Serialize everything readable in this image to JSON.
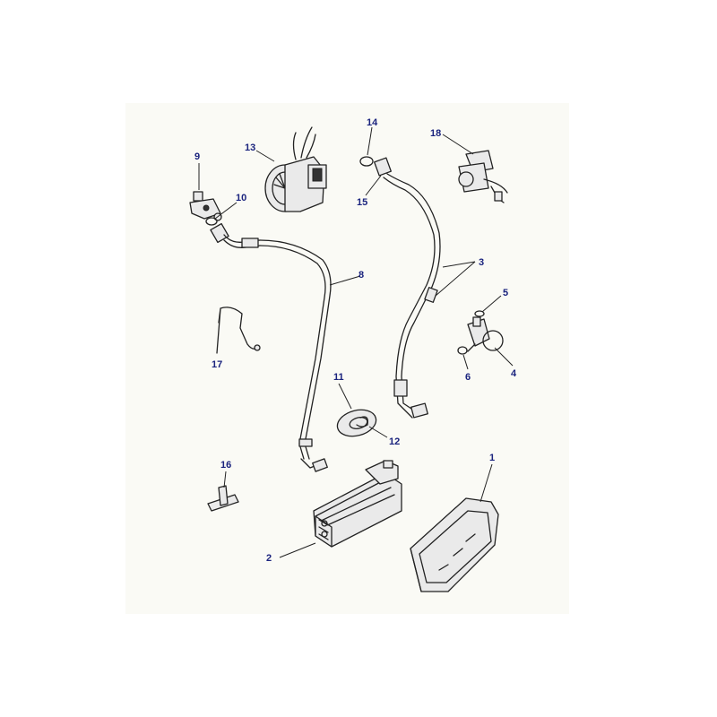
{
  "colors": {
    "background": "#ffffff",
    "panel": "#fafaf5",
    "callout_text": "#1a237e",
    "line_art": "#222222"
  },
  "callouts": {
    "c1": "1",
    "c2": "2",
    "c3": "3",
    "c4": "4",
    "c5": "5",
    "c6": "6",
    "c8": "8",
    "c9": "9",
    "c10": "10",
    "c11": "11",
    "c12": "12",
    "c13": "13",
    "c14": "14",
    "c15": "15",
    "c16": "16",
    "c17": "17",
    "c18": "18"
  }
}
